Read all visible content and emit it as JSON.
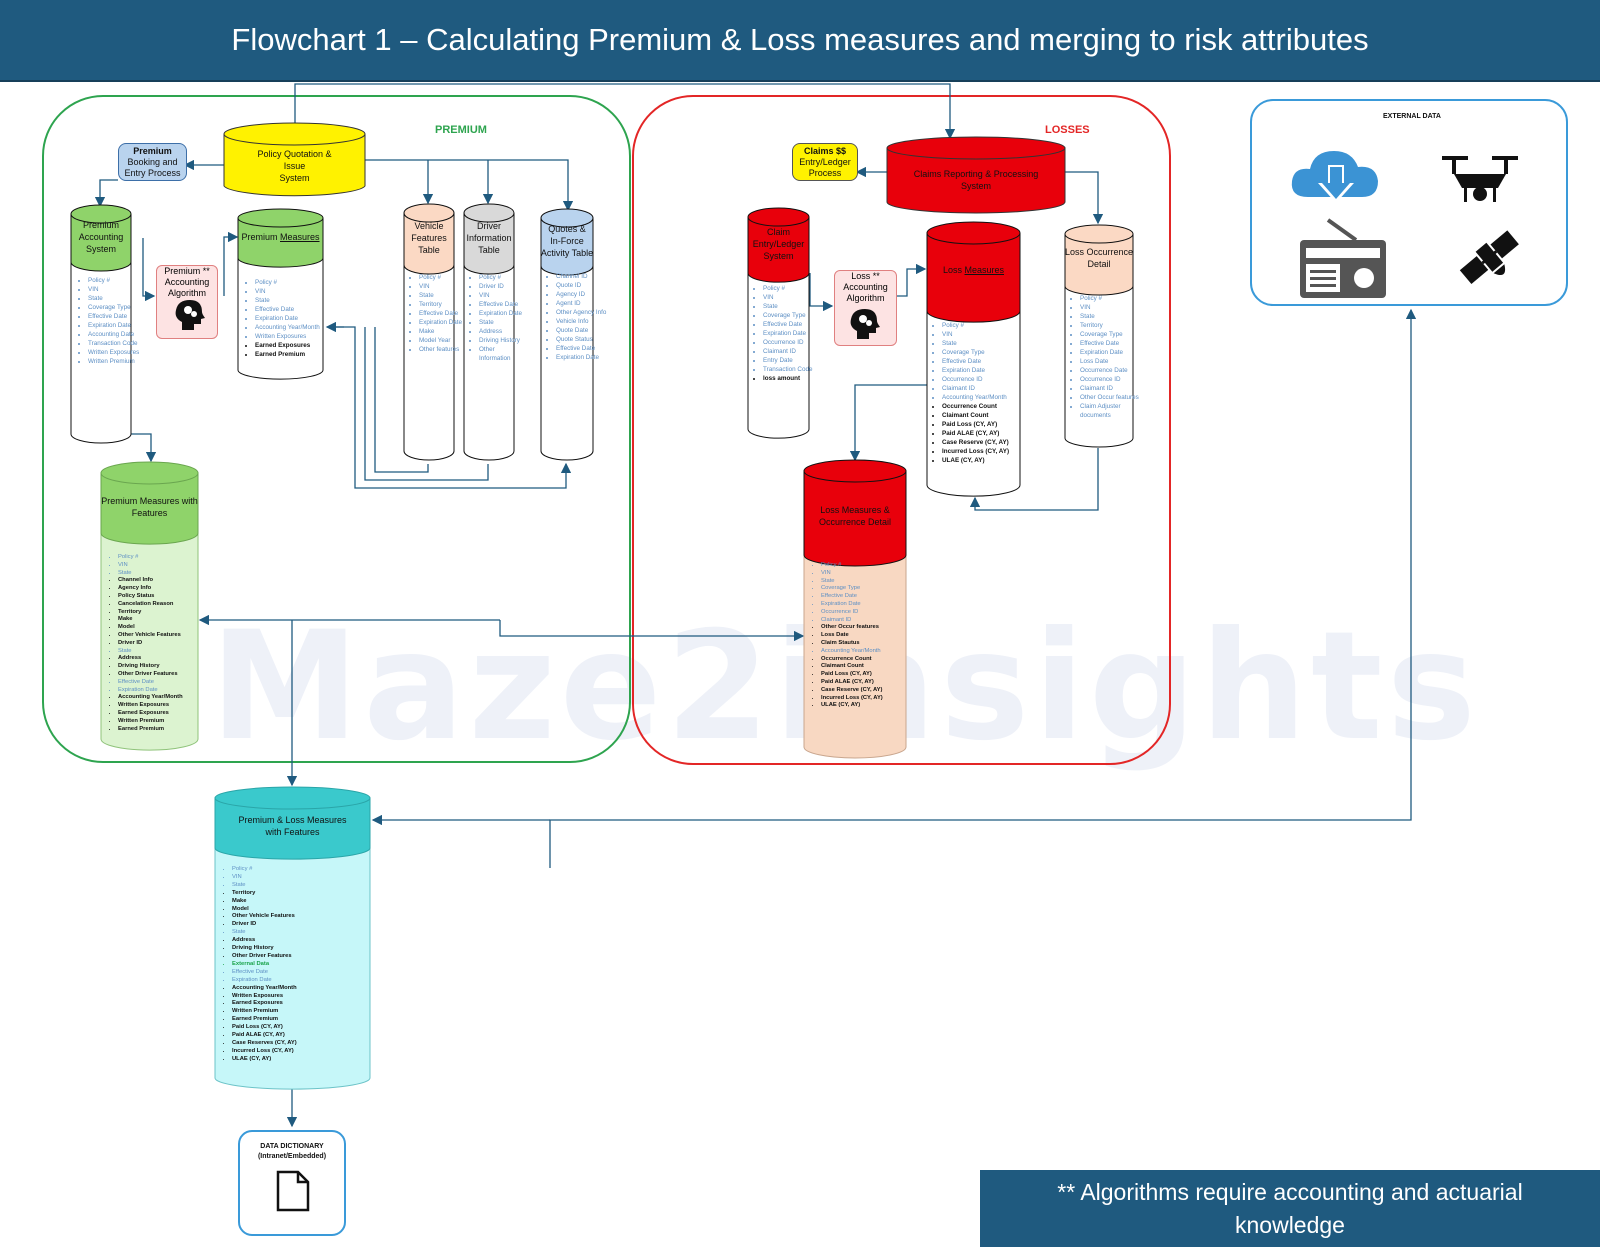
{
  "title": "Flowchart 1 – Calculating Premium & Loss measures and merging to risk attributes",
  "watermark": "Maze2insights",
  "colors": {
    "header": "#1f5a7f",
    "premium_border": "#2ea44f",
    "losses_border": "#e32626",
    "external_border": "#3a9ad9",
    "arrow": "#1f5a7f"
  },
  "regions": {
    "premium": "PREMIUM",
    "losses": "LOSSES",
    "external": "EXTERNAL DATA"
  },
  "premium": {
    "booking": {
      "l1": "Premium",
      "l2": "Booking and",
      "l3": "Entry Process"
    },
    "policy_system": {
      "l1": "Policy Quotation &",
      "l2": "Issue",
      "l3": "System"
    },
    "premium_accounting": {
      "l1": "Premium",
      "l2": "Accounting",
      "l3": "System",
      "items": [
        "Policy #",
        "VIN",
        "State",
        "Coverage Type",
        "Effective Date",
        "Expiration Date",
        "Accounting Date",
        "Transaction Code",
        "Written Exposures",
        "Written Premium"
      ]
    },
    "algorithm": {
      "l1": "Premium **",
      "l2": "Accounting",
      "l3": "Algorithm"
    },
    "premium_measures": {
      "l1": "Premium ",
      "l2": "Measures",
      "items": [
        "Policy #",
        "VIN",
        "State",
        "Effective Date",
        "Expiration Date",
        "Accounting Year/Month",
        "Written Exposures"
      ],
      "bold_items": [
        "Earned Exposures",
        "Earned Premium"
      ]
    },
    "vehicle": {
      "l1": "Vehicle",
      "l2": "Features",
      "l3": "Table",
      "items": [
        "Policy #",
        "VIN",
        "State",
        "Territory",
        "Effective Date",
        "Expiration Date",
        "Make",
        "Model Year",
        "Other features"
      ]
    },
    "driver": {
      "l1": "Driver",
      "l2": "Information",
      "l3": "Table",
      "items": [
        "Policy #",
        "Driver ID",
        "VIN",
        "Effective Date",
        "Expiration Date",
        "State",
        "Address",
        "Driving History",
        "Other Information"
      ]
    },
    "quotes": {
      "l1": "Quotes &",
      "l2": "In-Force",
      "l3": "Activity Table",
      "items": [
        "Channel ID",
        "Quote ID",
        "Agency ID",
        "Agent ID",
        "Other Agency Info",
        "Vehicle Info",
        "Quote Date",
        "Quote Status",
        "Effective Date",
        "Expiration Date"
      ]
    },
    "with_features": {
      "l1": "Premium Measures with",
      "l2": "Features",
      "items": [
        {
          "t": "Policy #",
          "s": "l"
        },
        {
          "t": "VIN",
          "s": "l"
        },
        {
          "t": "State",
          "s": "l"
        },
        {
          "t": "Channel Info",
          "s": "b"
        },
        {
          "t": "Agency Info",
          "s": "b"
        },
        {
          "t": "Policy Status",
          "s": "b"
        },
        {
          "t": "Cancelation Reason",
          "s": "b"
        },
        {
          "t": "Territory",
          "s": "b"
        },
        {
          "t": "Make",
          "s": "b"
        },
        {
          "t": "Model",
          "s": "b"
        },
        {
          "t": "Other Vehicle Features",
          "s": "b"
        },
        {
          "t": "Driver ID",
          "s": "b"
        },
        {
          "t": "State",
          "s": "l"
        },
        {
          "t": "Address",
          "s": "b"
        },
        {
          "t": "Driving History",
          "s": "b"
        },
        {
          "t": "Other Driver Features",
          "s": "b"
        },
        {
          "t": "Effective Date",
          "s": "l"
        },
        {
          "t": "Expiration Date",
          "s": "l"
        },
        {
          "t": "Accounting Year/Month",
          "s": "b"
        },
        {
          "t": "Written Exposures",
          "s": "b"
        },
        {
          "t": "Earned Exposures",
          "s": "b"
        },
        {
          "t": "Written Premium",
          "s": "b"
        },
        {
          "t": "Earned Premium",
          "s": "b"
        }
      ]
    }
  },
  "losses": {
    "claims_entry": {
      "l1": "Claims $$",
      "l2": "Entry/Ledger",
      "l3": "Process"
    },
    "claims_system": {
      "l1": "Claims Reporting & Processing",
      "l2": "System"
    },
    "claim_ledger": {
      "l1": "Claim",
      "l2": "Entry/Ledger",
      "l3": "System",
      "items": [
        "Policy #",
        "VIN",
        "State",
        "Coverage Type",
        "Effective Date",
        "Expiration Date",
        "Occurrence ID",
        "Claimant ID",
        "Entry Date",
        "Transaction Code"
      ],
      "bold_items": [
        "loss amount"
      ]
    },
    "algorithm": {
      "l1": "Loss **",
      "l2": "Accounting",
      "l3": "Algorithm"
    },
    "loss_measures": {
      "l1": "Loss ",
      "l2": "Measures",
      "items": [
        "Policy #",
        "VIN",
        "State",
        "Coverage Type",
        "Effective Date",
        "Expiration Date",
        "Occurrence ID",
        "Claimant ID",
        "Accounting Year/Month"
      ],
      "bold_items": [
        "Occurrence Count",
        "Claimant Count",
        "Paid Loss (CY, AY)",
        "Paid ALAE (CY, AY)",
        "Case Reserve (CY, AY)",
        "Incurred Loss (CY, AY)",
        "ULAE (CY, AY)"
      ]
    },
    "occurrence": {
      "l1": "Loss Occurrence",
      "l2": "Detail",
      "items": [
        "Policy #",
        "VIN",
        "State",
        "Territory",
        "Coverage Type",
        "Effective Date",
        "Expiration Date",
        "Loss Date",
        "Occurrence Date",
        "Occurrence ID",
        "Claimant ID",
        "Other Occur features",
        "Claim Adjuster documents"
      ]
    },
    "combined": {
      "l1": "Loss Measures &",
      "l2": "Occurrence Detail",
      "items": [
        {
          "t": "Policy #",
          "s": "l"
        },
        {
          "t": "VIN",
          "s": "l"
        },
        {
          "t": "State",
          "s": "l"
        },
        {
          "t": "Coverage Type",
          "s": "l"
        },
        {
          "t": "Effective Date",
          "s": "l"
        },
        {
          "t": "Expiration Date",
          "s": "l"
        },
        {
          "t": "Occurrence ID",
          "s": "l"
        },
        {
          "t": "Claimant ID",
          "s": "l"
        },
        {
          "t": "Other Occur features",
          "s": "b"
        },
        {
          "t": "Loss Date",
          "s": "b"
        },
        {
          "t": "Claim Stautus",
          "s": "b"
        },
        {
          "t": "Accounting Year/Month",
          "s": "l"
        },
        {
          "t": "Occurrence Count",
          "s": "b"
        },
        {
          "t": "Claimant Count",
          "s": "b"
        },
        {
          "t": "Paid Loss (CY, AY)",
          "s": "b"
        },
        {
          "t": "Paid ALAE (CY, AY)",
          "s": "b"
        },
        {
          "t": "Case Reserve (CY, AY)",
          "s": "b"
        },
        {
          "t": "Incurred Loss (CY, AY)",
          "s": "b"
        },
        {
          "t": "ULAE (CY, AY)",
          "s": "b"
        }
      ]
    }
  },
  "final": {
    "l1": "Premium & Loss Measures",
    "l2": "with Features",
    "items": [
      {
        "t": "Policy #",
        "s": "l"
      },
      {
        "t": "VIN",
        "s": "l"
      },
      {
        "t": "State",
        "s": "l"
      },
      {
        "t": "Territory",
        "s": "b"
      },
      {
        "t": "Make",
        "s": "b"
      },
      {
        "t": "Model",
        "s": "b"
      },
      {
        "t": "Other Vehicle Features",
        "s": "b"
      },
      {
        "t": "Driver ID",
        "s": "b"
      },
      {
        "t": "State",
        "s": "l"
      },
      {
        "t": "Address",
        "s": "b"
      },
      {
        "t": "Driving History",
        "s": "b"
      },
      {
        "t": "Other Driver Features",
        "s": "b"
      },
      {
        "t": "External Data",
        "s": "g"
      },
      {
        "t": "Effective Date",
        "s": "l"
      },
      {
        "t": "Expiration Date",
        "s": "l"
      },
      {
        "t": "Accounting Year/Month",
        "s": "b"
      },
      {
        "t": "Written Exposures",
        "s": "b"
      },
      {
        "t": "Earned Exposures",
        "s": "b"
      },
      {
        "t": "Written Premium",
        "s": "b"
      },
      {
        "t": "Earned Premium",
        "s": "b"
      },
      {
        "t": "Paid Loss (CY, AY)",
        "s": "b"
      },
      {
        "t": "Paid ALAE (CY, AY)",
        "s": "b"
      },
      {
        "t": "Case Reserves (CY, AY)",
        "s": "b"
      },
      {
        "t": "Incurred Loss (CY, AY)",
        "s": "b"
      },
      {
        "t": "ULAE (CY, AY)",
        "s": "b"
      }
    ]
  },
  "dictionary": {
    "l1": "DATA DICTIONARY",
    "l2": "(Intranet/Embedded)"
  },
  "footer": {
    "l1": "** Algorithms require accounting and actuarial",
    "l2": "knowledge"
  },
  "external_icons": [
    "cloud-download-icon",
    "drone-icon",
    "radio-icon",
    "satellite-icon"
  ]
}
